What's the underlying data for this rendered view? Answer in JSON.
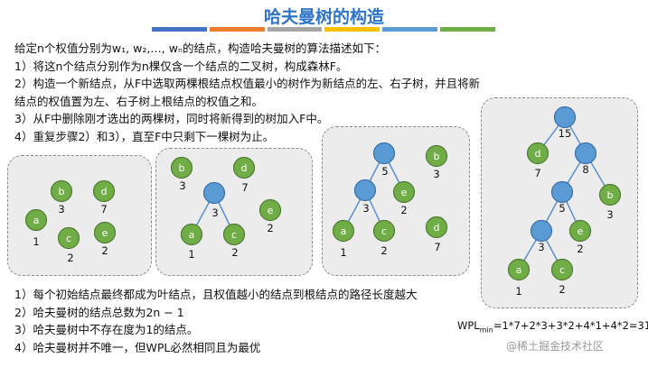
{
  "title": "哈夫曼树的构造",
  "colors": {
    "title": "#2e74c8",
    "leaf_fill": "#70ad47",
    "leaf_stroke": "#4f7a32",
    "internal_fill": "#5b9bd5",
    "internal_stroke": "#3a6ea5",
    "edge": "#5a8fd0",
    "panel_bg": "#ececec",
    "title_bars": [
      "#4472c4",
      "#ed7d31",
      "#a5a5a5",
      "#ffc000",
      "#5b9bd5",
      "#70ad47"
    ]
  },
  "intro": [
    "给定n个权值分别为w₁, w₂,…, wₙ的结点，构造哈夫曼树的算法描述如下：",
    "1）将这n个结点分别作为n棵仅含一个结点的二叉树，构成森林F。",
    "2）构造一个新结点，从F中选取两棵根结点权值最小的树作为新结点的左、右子树，并且将新",
    "结点的权值置为左、右子树上根结点的权值之和。",
    "3）从F中删除刚才选出的两棵树，同时将新得到的树加入F中。",
    "4）重复步骤2）和3），直至F中只剩下一棵树为止。"
  ],
  "notes": [
    "1）每个初始结点最终都成为叶结点，且权值越小的结点到根结点的路径长度越大",
    "2）哈夫曼树的结点总数为2n − 1",
    "3）哈夫曼树中不存在度为1的结点。",
    "4）哈夫曼树并不唯一，但WPL必然相同且为最优"
  ],
  "wpl": {
    "prefix": "WPL",
    "sub": "min",
    "formula": "=1*7+2*3+3*2+4*1+4*2=31"
  },
  "watermark": "@稀土掘金技术社区",
  "steps": [
    {
      "id": "panel-1",
      "nodes": [
        {
          "id": "b",
          "letter": "b",
          "weight": "3",
          "type": "leaf"
        },
        {
          "id": "d",
          "letter": "d",
          "weight": "7",
          "type": "leaf"
        },
        {
          "id": "a",
          "letter": "a",
          "weight": "1",
          "type": "leaf"
        },
        {
          "id": "c",
          "letter": "c",
          "weight": "2",
          "type": "leaf"
        },
        {
          "id": "e",
          "letter": "e",
          "weight": "2",
          "type": "leaf"
        }
      ],
      "edges": []
    },
    {
      "id": "panel-2",
      "nodes": [
        {
          "id": "b",
          "letter": "b",
          "weight": "3",
          "type": "leaf"
        },
        {
          "id": "d",
          "letter": "d",
          "weight": "7",
          "type": "leaf"
        },
        {
          "id": "n3",
          "letter": "",
          "weight": "3",
          "type": "internal"
        },
        {
          "id": "e",
          "letter": "e",
          "weight": "2",
          "type": "leaf"
        },
        {
          "id": "a",
          "letter": "a",
          "weight": "1",
          "type": "leaf"
        },
        {
          "id": "c",
          "letter": "c",
          "weight": "2",
          "type": "leaf"
        }
      ],
      "edges": [
        [
          "n3",
          "a"
        ],
        [
          "n3",
          "c"
        ]
      ]
    },
    {
      "id": "panel-3",
      "nodes": [
        {
          "id": "n5",
          "letter": "",
          "weight": "5",
          "type": "internal"
        },
        {
          "id": "b",
          "letter": "b",
          "weight": "3",
          "type": "leaf"
        },
        {
          "id": "n3",
          "letter": "",
          "weight": "3",
          "type": "internal"
        },
        {
          "id": "e",
          "letter": "e",
          "weight": "2",
          "type": "leaf"
        },
        {
          "id": "a",
          "letter": "a",
          "weight": "1",
          "type": "leaf"
        },
        {
          "id": "c",
          "letter": "c",
          "weight": "2",
          "type": "leaf"
        },
        {
          "id": "d",
          "letter": "d",
          "weight": "7",
          "type": "leaf"
        }
      ],
      "edges": [
        [
          "n5",
          "n3"
        ],
        [
          "n5",
          "e"
        ],
        [
          "n3",
          "a"
        ],
        [
          "n3",
          "c"
        ]
      ]
    },
    {
      "id": "panel-4",
      "nodes": [
        {
          "id": "n15",
          "letter": "",
          "weight": "15",
          "type": "internal"
        },
        {
          "id": "d",
          "letter": "d",
          "weight": "7",
          "type": "leaf"
        },
        {
          "id": "n8",
          "letter": "",
          "weight": "8",
          "type": "internal"
        },
        {
          "id": "n5",
          "letter": "",
          "weight": "5",
          "type": "internal"
        },
        {
          "id": "b",
          "letter": "b",
          "weight": "3",
          "type": "leaf"
        },
        {
          "id": "n3",
          "letter": "",
          "weight": "3",
          "type": "internal"
        },
        {
          "id": "e",
          "letter": "e",
          "weight": "2",
          "type": "leaf"
        },
        {
          "id": "a",
          "letter": "a",
          "weight": "1",
          "type": "leaf"
        },
        {
          "id": "c",
          "letter": "c",
          "weight": "2",
          "type": "leaf"
        }
      ],
      "edges": [
        [
          "n15",
          "d"
        ],
        [
          "n15",
          "n8"
        ],
        [
          "n8",
          "n5"
        ],
        [
          "n8",
          "b"
        ],
        [
          "n5",
          "n3"
        ],
        [
          "n5",
          "e"
        ],
        [
          "n3",
          "a"
        ],
        [
          "n3",
          "c"
        ]
      ]
    }
  ]
}
